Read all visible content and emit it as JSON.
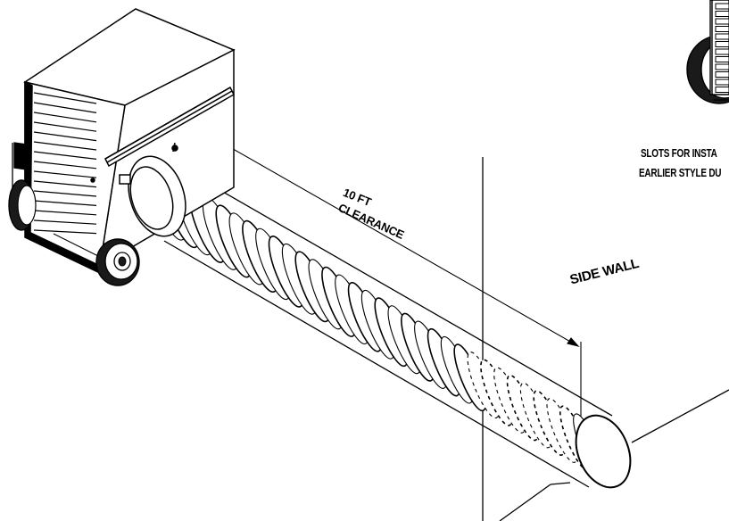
{
  "labels": {
    "clearance_value": "10 FT",
    "clearance_word": "CLEARANCE",
    "side_wall": "SIDE WALL",
    "slots_line1": "SLOTS FOR INSTA",
    "slots_line2": "EARLIER STYLE DU"
  },
  "colors": {
    "ink": "#000000",
    "paper": "#ffffff",
    "shade": "#1a1a1a"
  }
}
